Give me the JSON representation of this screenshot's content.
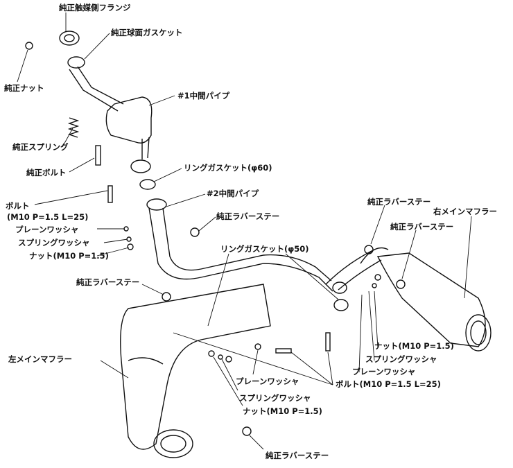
{
  "labels": {
    "cat_flange": "純正触媒側フランジ",
    "sphere_gasket": "純正球面ガスケット",
    "nut_oem": "純正ナット",
    "mid_pipe_1": "#1中間パイプ",
    "spring_oem": "純正スプリング",
    "bolt_oem": "純正ボルト",
    "ring_gasket_60": "リングガスケット(φ60)",
    "mid_pipe_2": "#2中間パイプ",
    "bolt_left": "ボルト",
    "bolt_left_spec": "(M10 P=1.5 L=25)",
    "plain_washer_left": "プレーンワッシャ",
    "spring_washer_left": "スプリングワッシャ",
    "nut_left": "ナット(M10 P=1.5)",
    "rubber_stay_mid": "純正ラバーステー",
    "rubber_stay_right_top": "純正ラバーステー",
    "right_main_muffler": "右メインマフラー",
    "rubber_stay_right": "純正ラバーステー",
    "ring_gasket_50": "リングガスケット(φ50)",
    "rubber_stay_left": "純正ラバーステー",
    "left_main_muffler": "左メインマフラー",
    "nut_right": "ナット(M10 P=1.5)",
    "spring_washer_right": "スプリングワッシャ",
    "plain_washer_right": "プレーンワッシャ",
    "bolt_right": "ボルト(M10 P=1.5 L=25)",
    "plain_washer_bottom": "プレーンワッシャ",
    "spring_washer_bottom": "スプリングワッシャ",
    "nut_bottom": "ナット(M10 P=1.5)",
    "rubber_stay_bottom": "純正ラバーステー"
  }
}
